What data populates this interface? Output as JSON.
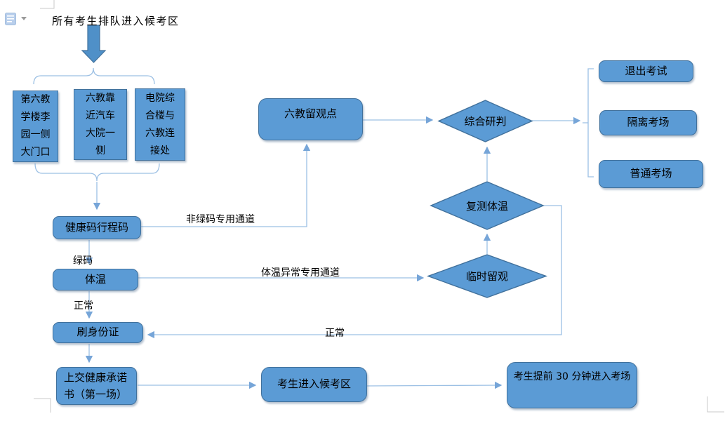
{
  "start_label": "所有考生排队进入候考区",
  "entry_boxes": [
    {
      "label": "第六教学楼李园一侧大门口"
    },
    {
      "label": "六教靠近汽车大院一侧"
    },
    {
      "label": "电院综合楼与六教连接处"
    }
  ],
  "nodes": {
    "health_code": "健康码行程码",
    "observation_point": "六教留观点",
    "temperature": "体温",
    "id_check": "刷身份证",
    "commitment": "上交健康承诺书（第一场）",
    "waiting_area": "考生进入候考区",
    "enter_room": "考生提前 30 分钟进入考场"
  },
  "decisions": {
    "comprehensive": "综合研判",
    "retest": "复测体温",
    "temp_hold": "临时留观"
  },
  "outcomes": [
    {
      "label": "退出考试"
    },
    {
      "label": "隔离考场"
    },
    {
      "label": "普通考场"
    }
  ],
  "edge_labels": {
    "non_green_channel": "非绿码专用通道",
    "green_code": "绿码",
    "normal_after_temp": "正常",
    "abnormal_channel": "体温异常专用通道",
    "normal_after_retest": "正常"
  },
  "colors": {
    "shape_fill": "#5b9bd5",
    "shape_border": "#41719c",
    "connector": "#9cc0e4",
    "arrowhead": "#76a5d8",
    "thick_arrow_fill": "#4f90c8",
    "corner_marks": "#c9c9c9",
    "text": "#000000"
  }
}
